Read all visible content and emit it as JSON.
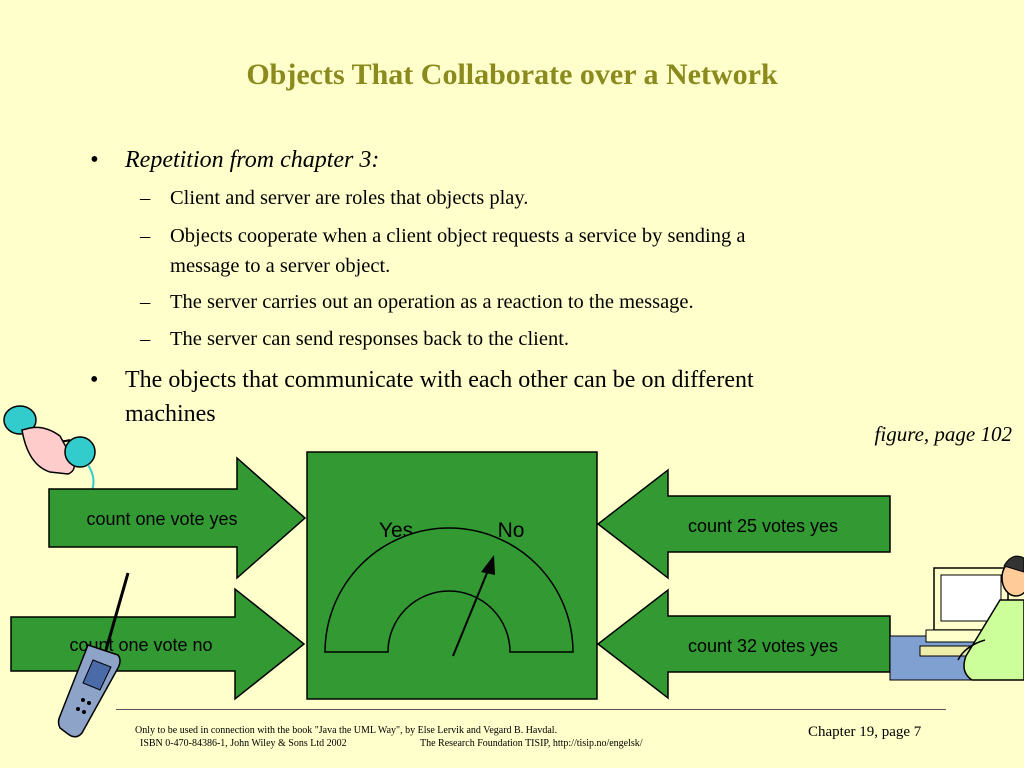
{
  "title": "Objects That Collaborate over a Network",
  "bullets": {
    "b1": "Repetition from chapter 3:",
    "b1_subs": [
      "Client and server are roles that objects play.",
      "Objects cooperate when a client object requests a service by sending a",
      "message to a server object.",
      "The server carries out an operation as a reaction to the message.",
      "The server can send responses back to the client."
    ],
    "b2_line1": "The objects that communicate with each other can be on different",
    "b2_line2": "machines",
    "bullet_glyph": "•",
    "dash_glyph": "–"
  },
  "figure_caption": "figure, page 102",
  "diagram": {
    "left_arrows": [
      "count one vote yes",
      "count one vote no"
    ],
    "right_arrows": [
      "count 25 votes yes",
      "count 32 votes yes"
    ],
    "gauge_yes": "Yes",
    "gauge_no": "No",
    "colors": {
      "arrow_fill": "#339933",
      "stroke": "#000000",
      "text": "#000000"
    }
  },
  "footer": {
    "line1": "Only to be used in connection with the book \"Java the UML Way\", by Else Lervik and Vegard B. Havdal.",
    "line2_left": "ISBN 0-470-84386-1, John Wiley & Sons Ltd 2002",
    "line2_right": "The Research Foundation TISIP, http://tisip.no/engelsk/",
    "chapter": "Chapter 19, page 7"
  },
  "icons": [
    "telephone-handset-icon",
    "mobile-phone-icon",
    "person-at-computer-icon"
  ]
}
